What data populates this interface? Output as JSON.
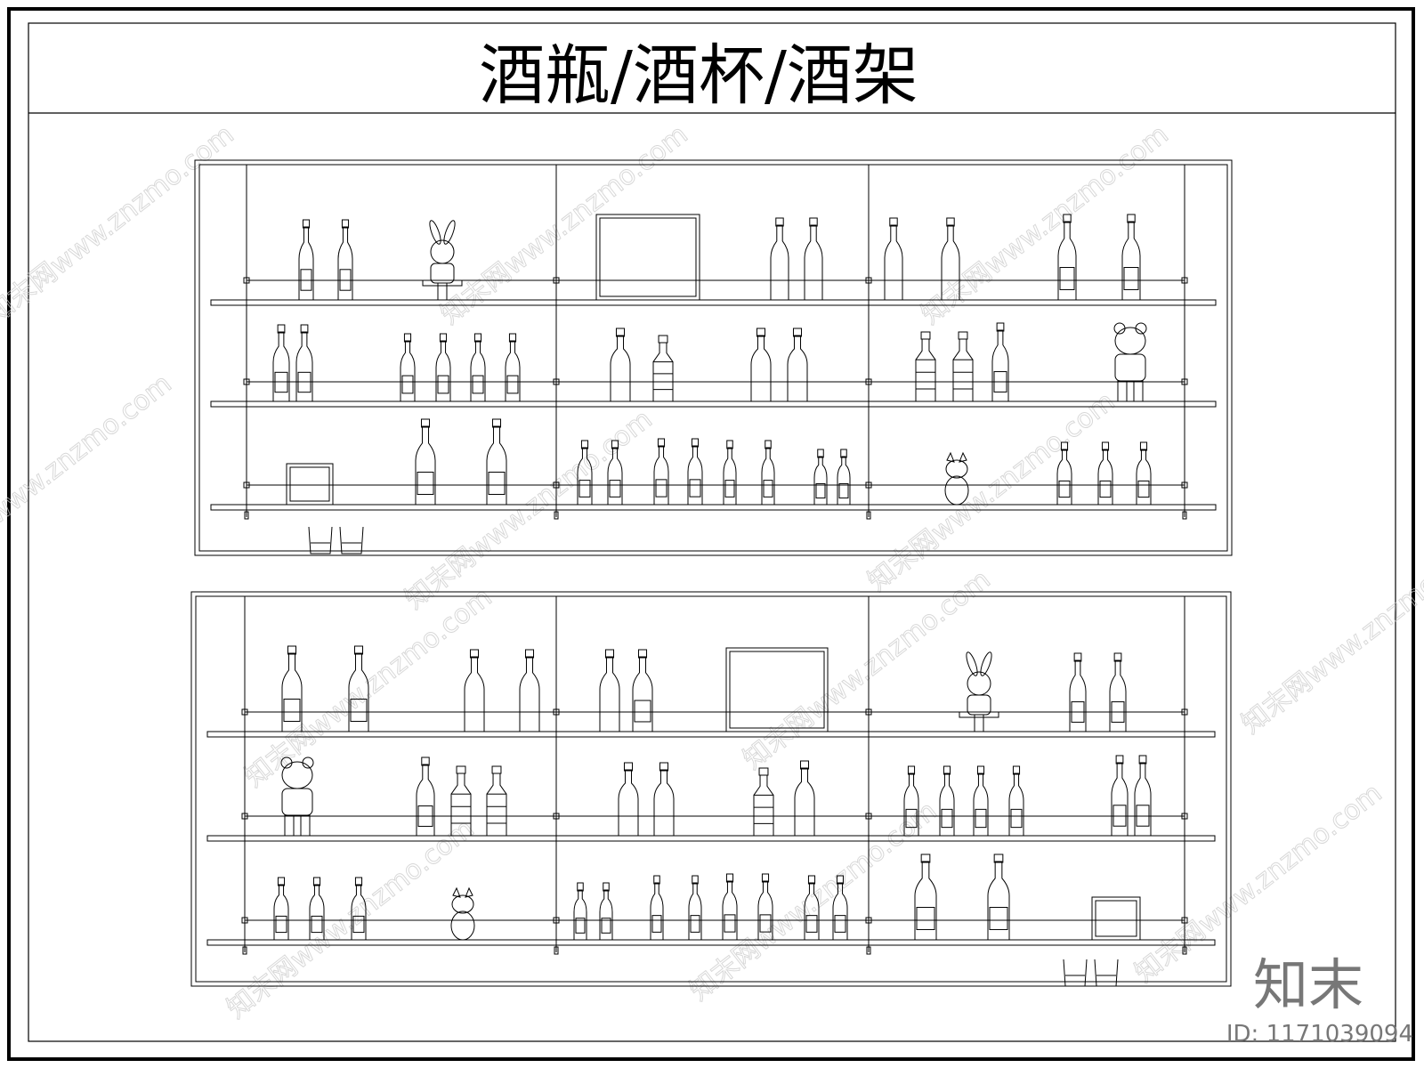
{
  "title": "酒瓶/酒杯/酒架",
  "brand": "知末",
  "image_id": "ID: 1171039094",
  "watermark_text": "知末网www.znzmo.com",
  "colors": {
    "line": "#000000",
    "watermark": "#c8c8c8",
    "brand": "#777777"
  }
}
